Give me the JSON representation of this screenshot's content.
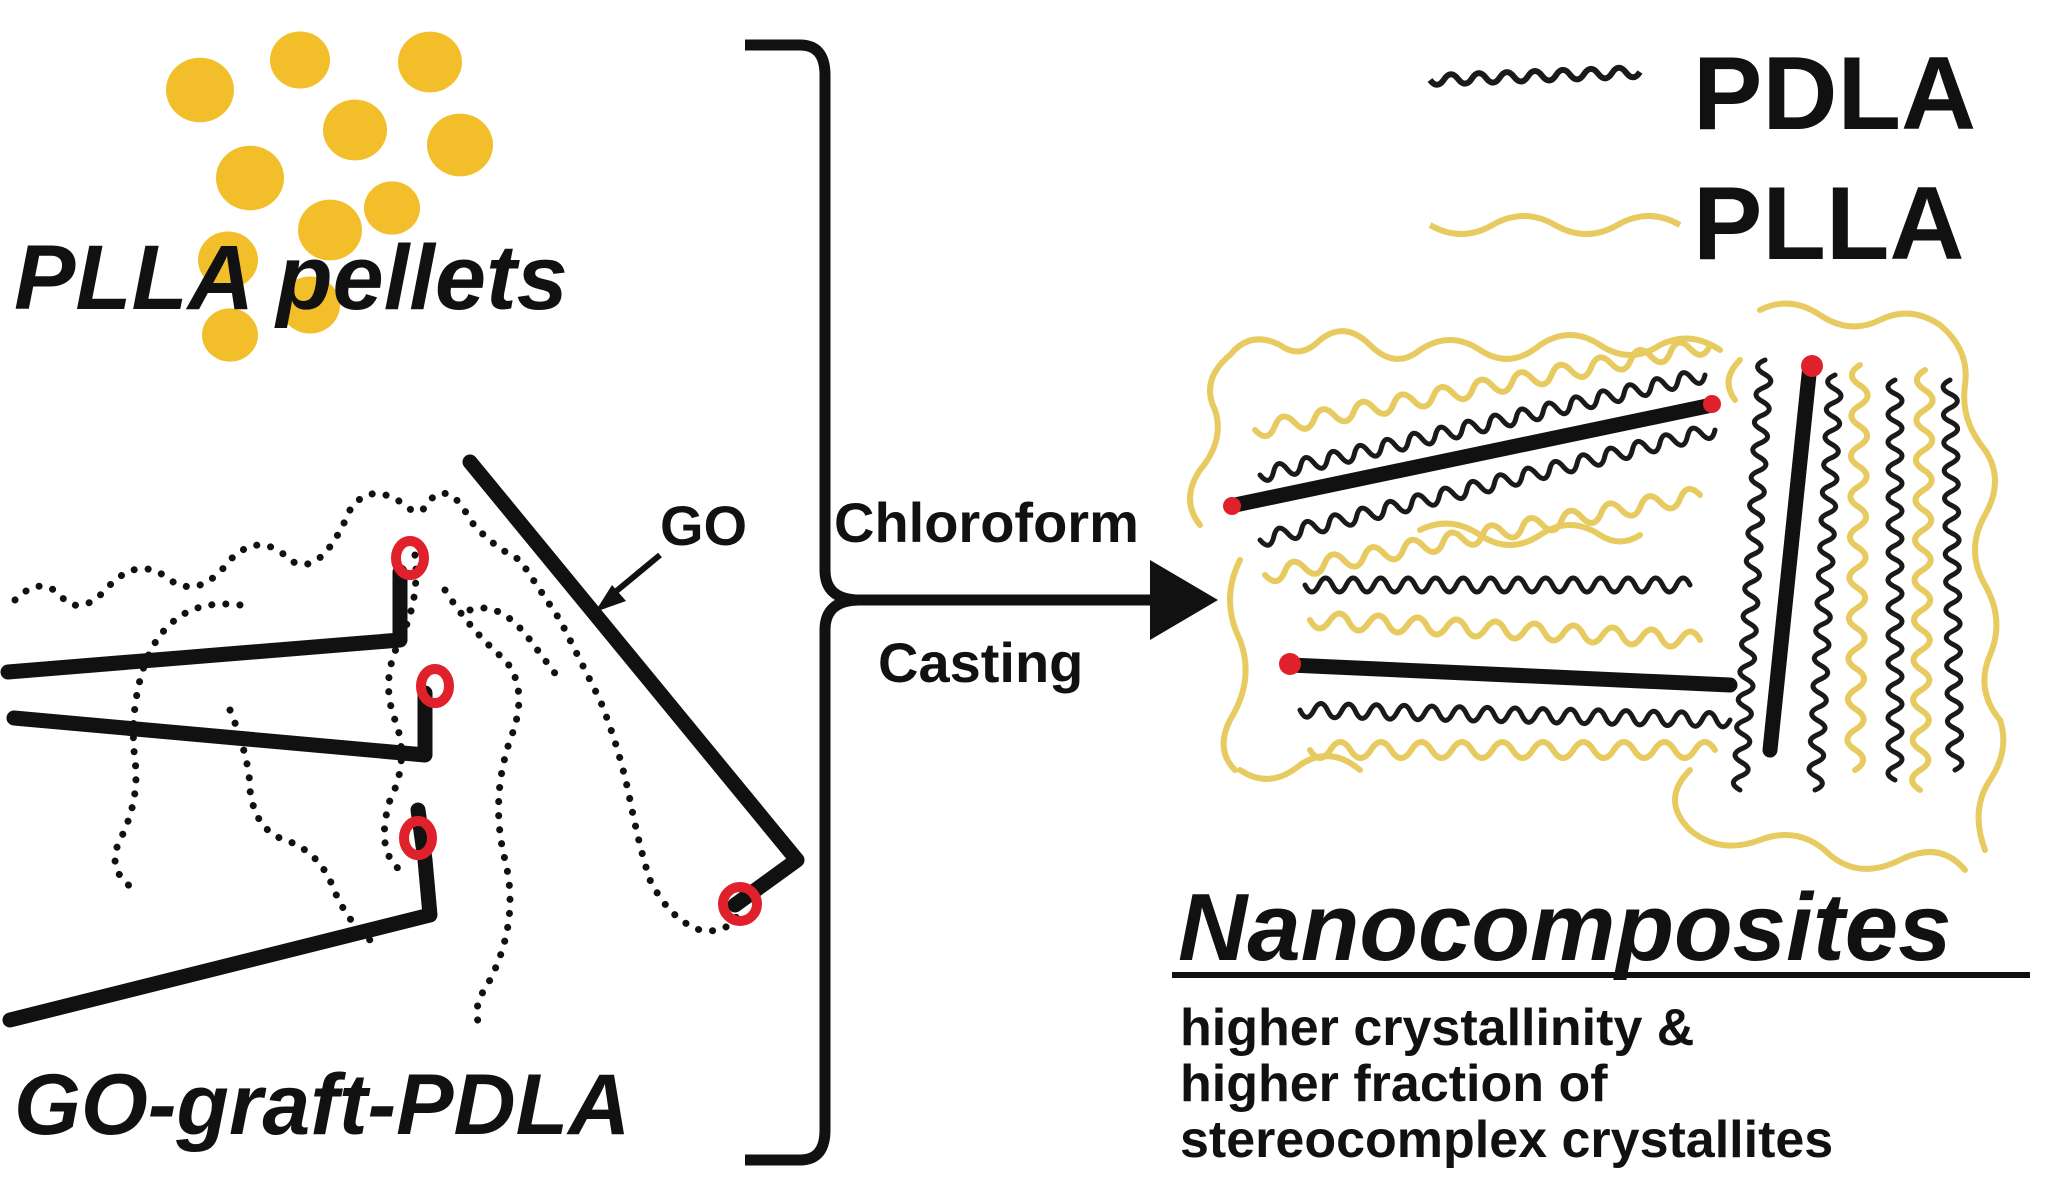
{
  "labels": {
    "plla_pellets": "PLLA pellets",
    "go_graft_pdla": "GO-graft-PDLA",
    "go": "GO",
    "chloroform": "Chloroform",
    "casting": "Casting",
    "legend_pdla": "PDLA",
    "legend_plla": "PLLA",
    "nanocomposites": "Nanocomposites",
    "desc_line1": "higher crystallinity &",
    "desc_line2": "higher fraction of",
    "desc_line3": "stereocomplex crystallites"
  },
  "colors": {
    "pellet": "#F2BE2A",
    "plla_chain": "#E8CB60",
    "pdla_chain": "#1A1A1A",
    "go_sheet": "#111111",
    "graft_point": "#E0202A"
  }
}
